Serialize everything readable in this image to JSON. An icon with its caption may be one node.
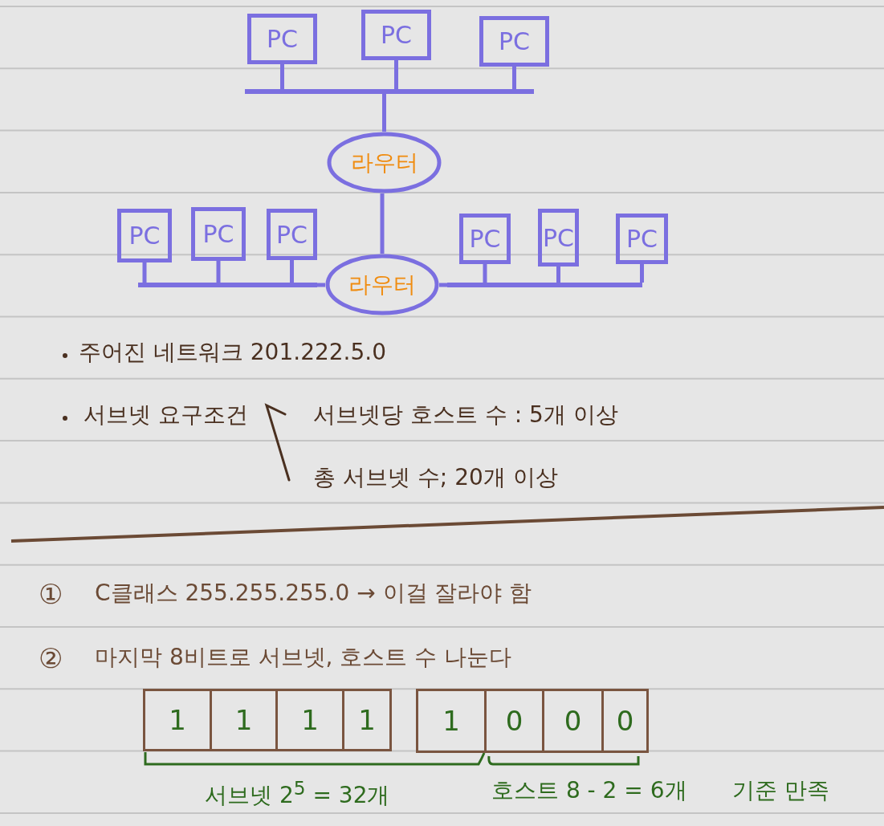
{
  "diagram": {
    "nodes": [
      {
        "text": [
          "PC"
        ]
      },
      {
        "text": [
          "PC"
        ]
      },
      {
        "text": [
          "PC"
        ]
      },
      {
        "text": [],
        "shape": "bar"
      },
      {
        "text": [
          "라우터"
        ]
      },
      {
        "text": [
          "PC"
        ]
      },
      {
        "text": [
          "PC"
        ]
      },
      {
        "text": [
          "PC"
        ]
      },
      {
        "text": [
          "PC"
        ]
      },
      {
        "text": [
          "PC"
        ]
      },
      {
        "text": [
          "PC"
        ]
      },
      {
        "text": [],
        "shape": "bar"
      },
      {
        "text": [
          "라우터"
        ]
      },
      {
        "text": [],
        "shape": "bar"
      },
      {
        "text": [],
        "shape": "box"
      },
      {
        "text": [
          "1"
        ],
        "in": 14
      },
      {
        "text": [
          "1"
        ],
        "in": 14
      },
      {
        "text": [
          "1"
        ],
        "in": 14
      },
      {
        "text": [
          "1"
        ],
        "in": 14
      },
      {
        "text": [],
        "shape": "box"
      },
      {
        "text": [
          "1"
        ],
        "in": 19
      },
      {
        "text": [
          "0"
        ],
        "in": 19
      },
      {
        "text": [
          "0"
        ],
        "in": 19
      },
      {
        "text": [
          "0"
        ],
        "in": 19
      }
    ],
    "edges": [
      {
        "from": 0,
        "to": 3,
        "arrow": "none"
      },
      {
        "from": 1,
        "to": 3,
        "arrow": "none"
      },
      {
        "from": 2,
        "to": 3,
        "arrow": "none"
      },
      {
        "from": 3,
        "to": 4,
        "arrow": "none"
      },
      {
        "from": 4,
        "to": 12,
        "arrow": "none"
      },
      {
        "from": 5,
        "to": 11,
        "arrow": "none"
      },
      {
        "from": 6,
        "to": 11,
        "arrow": "none"
      },
      {
        "from": 7,
        "to": 11,
        "arrow": "none"
      },
      {
        "from": 8,
        "to": 13,
        "arrow": "none"
      },
      {
        "from": 9,
        "to": 13,
        "arrow": "none"
      },
      {
        "from": 10,
        "to": 13,
        "arrow": "none"
      },
      {
        "from": 11,
        "to": 12,
        "arrow": "none"
      },
      {
        "from": 12,
        "to": 13,
        "arrow": "none"
      }
    ],
    "labels": [
      "주어진 네트워크 201.222.5.0",
      "서브넷 요구조건",
      "서브넷당 호스트 수 : 5개 이상",
      "총 서브넷 수; 20개 이상",
      "①",
      "C클래스 255.255.255.0 → 이걸 잘라야 함",
      "②",
      "마지막 8비트로 서브넷, 호스트 수 나눈다",
      "서브넷 2$^{5}$ = 32개",
      "호스트 8 - 2 = 6개",
      "기준 만족"
    ]
  }
}
